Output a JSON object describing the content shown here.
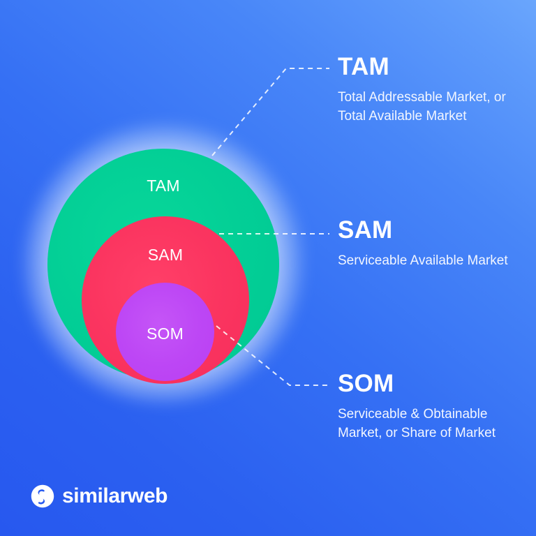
{
  "page": {
    "title": "TAM SAM SOM market sizing infographic",
    "background_from": "#2758ef",
    "background_to": "#6aa6fc"
  },
  "diagram": {
    "circles": [
      {
        "id": "tam",
        "label": "TAM",
        "color": "#00c793"
      },
      {
        "id": "sam",
        "label": "SAM",
        "color": "#f62d5b"
      },
      {
        "id": "som",
        "label": "SOM",
        "color": "#b83ff3"
      }
    ]
  },
  "legend": [
    {
      "id": "tam",
      "title": "TAM",
      "description": "Total Addressable Market, or Total Available Market"
    },
    {
      "id": "sam",
      "title": "SAM",
      "description": "Serviceable Available Market"
    },
    {
      "id": "som",
      "title": "SOM",
      "description": "Serviceable & Obtainable Market, or Share of Market"
    }
  ],
  "brand": {
    "name": "similarweb",
    "logo_icon": "similarweb-s-mark-icon",
    "color": "#ffffff"
  }
}
